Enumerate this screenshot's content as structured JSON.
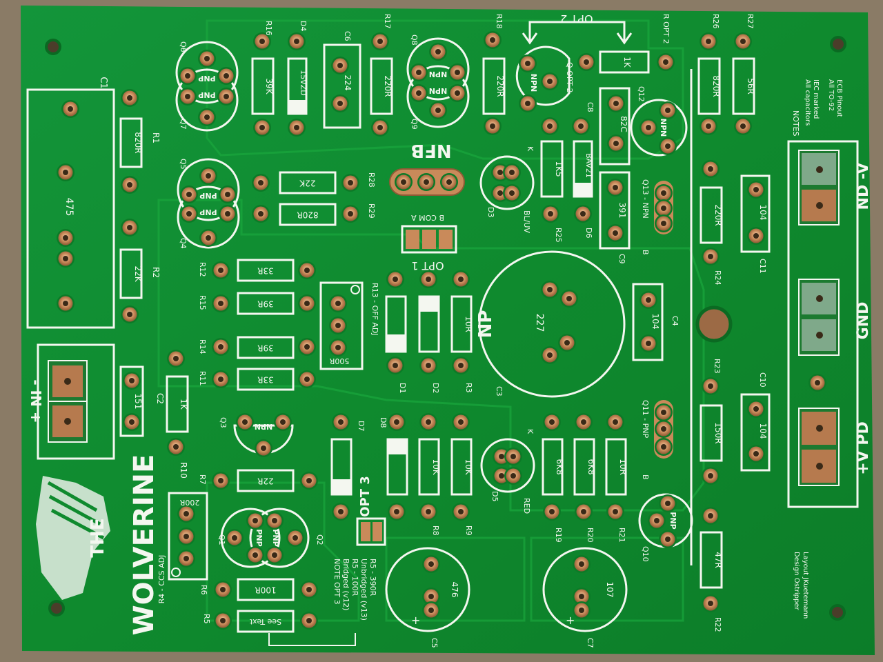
{
  "colors": {
    "background": "#8a7b66",
    "board": "#0f8a2e",
    "copper_fill": "#14972f",
    "silkscreen": "#f4f7f0",
    "pad": "#c98a5a",
    "pad_hole": "#f2c9a4"
  },
  "board": {
    "title_the": "THE",
    "title_name": "WOLVERINE",
    "credit_design": "Design Ostripper",
    "credit_layout": "Layout JKuetemann"
  },
  "notes": {
    "header": "NOTES",
    "line1": "All capacitors",
    "line2": "IEC marked",
    "line3": "All TO-92",
    "line4": "ECB Pinout"
  },
  "connectors": {
    "input_label": "- IN +",
    "power_v_minus": "ND -V",
    "power_gnd": "GND",
    "power_v_plus": "+V PD"
  },
  "opt3_note": {
    "line1": "NOTE OPT 3",
    "line2": "Bridged (v12)",
    "line3": "R5 - 100R",
    "line4": "Unbridged (v13)",
    "line5": "R5 - 390R",
    "see_text": "See Text"
  },
  "labels": {
    "nfb": "NFB",
    "opt1": "OPT 1",
    "opt1_pins": "B COM A",
    "opt2_top": "OPT 2",
    "opt2_r": "R OPT 2",
    "opt2_q": "Q OPT 2",
    "opt3": "OPT 3",
    "r13": "R13 - OFF ADJ",
    "r4": "R4 - CCS ADJ",
    "np": "NP",
    "bl_uv": "BL/UV",
    "red": "RED",
    "q13": "Q13 - NPN",
    "q11": "Q11 - PNP",
    "b13": "B",
    "b11": "B",
    "k3": "K",
    "k5": "K",
    "c1_value": "475",
    "c3_value": "227",
    "c5_value": "476",
    "c7_value": "107",
    "pot_r13": "500R",
    "pot_r4": "200R"
  },
  "refs": {
    "c1": "C1",
    "r1": "R1",
    "r2": "R2",
    "c2": "C2",
    "r10": "R10",
    "r7": "R7",
    "r6": "R6",
    "r5": "R5",
    "q1": "Q1",
    "q2": "Q2",
    "q3": "Q3",
    "q4": "Q4",
    "q5": "Q5",
    "q6": "Q6",
    "q7": "Q7",
    "q8": "Q8",
    "q9": "Q9",
    "q10": "Q10",
    "q12": "Q12",
    "r16": "R16",
    "d4": "D4",
    "c6": "C6",
    "r17": "R17",
    "r18": "R18",
    "r26": "R26",
    "r27": "R27",
    "r28": "R28",
    "r29": "R29",
    "r12": "R12",
    "r15": "R15",
    "r14": "R14",
    "r11": "R11",
    "d7": "D7",
    "d8": "D8",
    "d1": "D1",
    "d2": "D2",
    "r3": "R3",
    "r8": "R8",
    "r9": "R9",
    "c3": "C3",
    "c4": "C4",
    "d3": "D3",
    "r25": "R25",
    "d6": "D6",
    "c9": "C9",
    "c8": "C8",
    "r24": "R24",
    "c11": "C11",
    "r23": "R23",
    "c10": "C10",
    "d5": "D5",
    "r19": "R19",
    "r20": "R20",
    "r21": "R21",
    "r22": "R22",
    "c5": "C5",
    "c7": "C7"
  },
  "values": {
    "r1": "820R",
    "r2": "22K",
    "c2": "151",
    "r10": "1K",
    "r16": "39K",
    "d4": "15VZD",
    "c6": "224",
    "r17": "220R",
    "r18": "220R",
    "r_opt2": "1K",
    "r26": "820R",
    "r27": "56R",
    "r28": "22K",
    "r29": "820R",
    "r25": "1K5",
    "d6": "BAV21",
    "c8": "82C",
    "c9": "391",
    "r24": "220R",
    "c11": "104",
    "r12": "33R",
    "r15": "39R",
    "r14": "39R",
    "r11": "33R",
    "r3": "10R",
    "c4": "104",
    "r23": "150R",
    "c10": "104",
    "r8": "10K",
    "r9": "10K",
    "r19": "6K8",
    "r20": "6K8",
    "r21": "10R",
    "r22": "47R",
    "r7": "22R",
    "r6": "100R"
  },
  "transistors": {
    "pnp": "PNP",
    "npn": "NPN"
  }
}
